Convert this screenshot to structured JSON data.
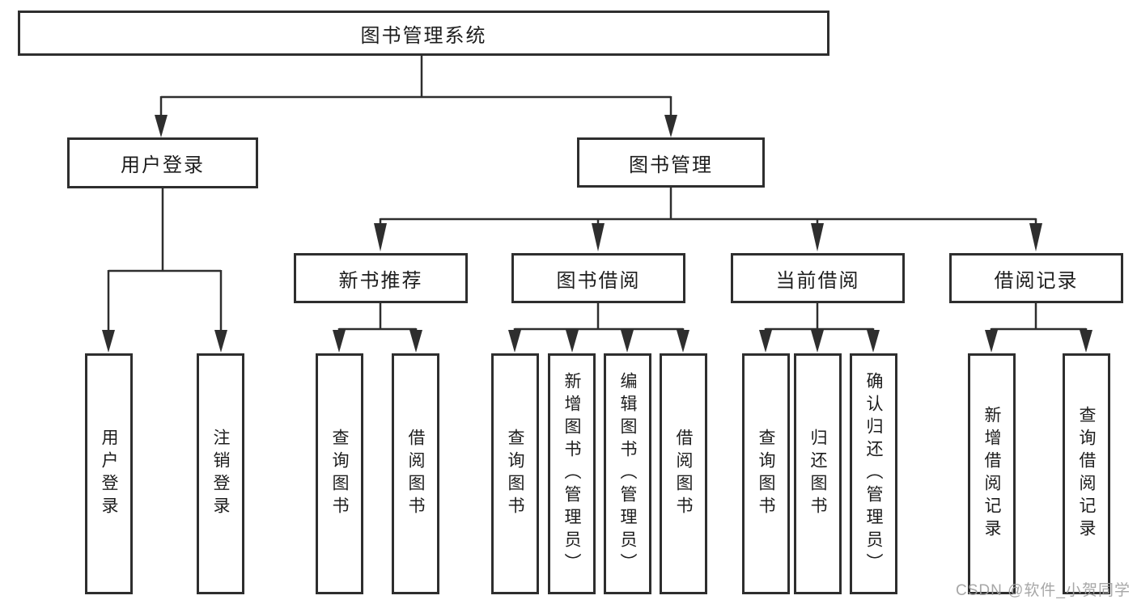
{
  "diagram_type": "functional-structure-tree",
  "tree": {
    "label": "图书管理系统",
    "children": [
      {
        "label": "用户登录",
        "children": [
          {
            "label": "用户登录"
          },
          {
            "label": "注销登录"
          }
        ]
      },
      {
        "label": "图书管理",
        "children": [
          {
            "label": "新书推荐",
            "children": [
              {
                "label": "查询图书"
              },
              {
                "label": "借阅图书"
              }
            ]
          },
          {
            "label": "图书借阅",
            "children": [
              {
                "label": "查询图书"
              },
              {
                "label": "新增图书（管理员）"
              },
              {
                "label": "编辑图书（管理员）"
              },
              {
                "label": "借阅图书"
              }
            ]
          },
          {
            "label": "当前借阅",
            "children": [
              {
                "label": "查询图书"
              },
              {
                "label": "归还图书"
              },
              {
                "label": "确认归还（管理员）"
              }
            ]
          },
          {
            "label": "借阅记录",
            "children": [
              {
                "label": "新增借阅记录"
              },
              {
                "label": "查询借阅记录"
              }
            ]
          }
        ]
      }
    ]
  },
  "watermark": "CSDN @软件_小贺同学",
  "colors": {
    "line": "#2e2e2e",
    "box_border": "#2e2e2e",
    "text": "#1d1d1d",
    "watermark": "#a0a0a0",
    "background": "#ffffff"
  }
}
